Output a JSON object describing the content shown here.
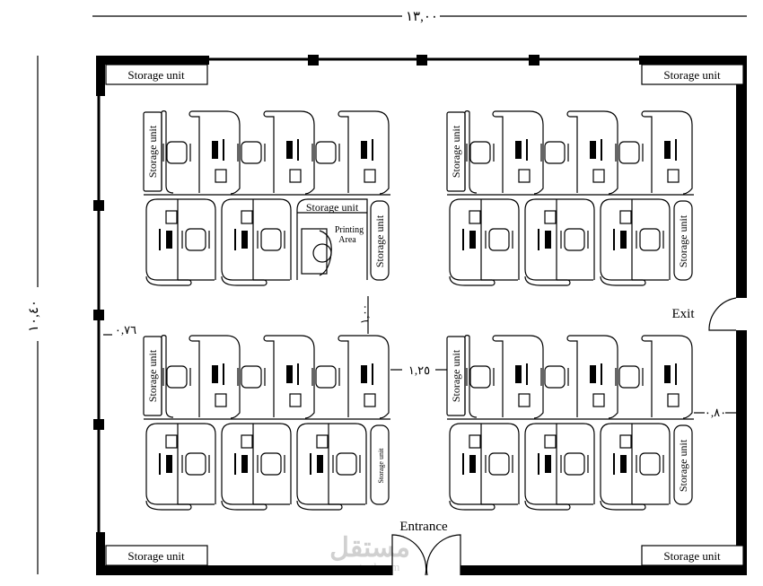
{
  "dimensions": {
    "width": "١٣,٠٠",
    "height": "١٠,٤٠",
    "wall_gap": "٠,٧٦",
    "aisle_vertical": "١,٠٠",
    "aisle_horizontal": "١,٢٥",
    "right_gap": "٠,٨٠"
  },
  "labels": {
    "storage_unit": "Storage unit",
    "printing_area_line1": "Printing",
    "printing_area_line2": "Area",
    "entrance": "Entrance",
    "exit": "Exit"
  },
  "watermark": {
    "logo_text": "مستقل",
    "site": "mostaql.com"
  }
}
